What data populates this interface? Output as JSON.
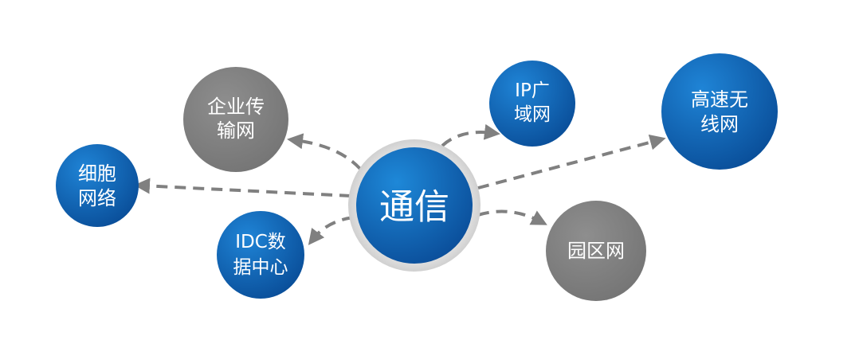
{
  "center": {
    "label": "通信"
  },
  "nodes": [
    {
      "id": "enterprise",
      "lines": [
        "企业传",
        "输网"
      ],
      "color": "gray"
    },
    {
      "id": "ip-wan",
      "lines": [
        "IP广",
        "域网"
      ],
      "color": "blue"
    },
    {
      "id": "wireless",
      "lines": [
        "高速无",
        "线网"
      ],
      "color": "blue"
    },
    {
      "id": "cell",
      "lines": [
        "细胞",
        "网络"
      ],
      "color": "blue"
    },
    {
      "id": "idc",
      "lines": [
        "IDC数",
        "据中心"
      ],
      "color": "blue"
    },
    {
      "id": "campus",
      "lines": [
        "园区网"
      ],
      "color": "gray"
    }
  ],
  "colors": {
    "blue_dark": "#0a4f9a",
    "blue_light": "#1976c8",
    "gray": "#808080",
    "arrow": "#808080",
    "halo": "#e3e3e3"
  }
}
